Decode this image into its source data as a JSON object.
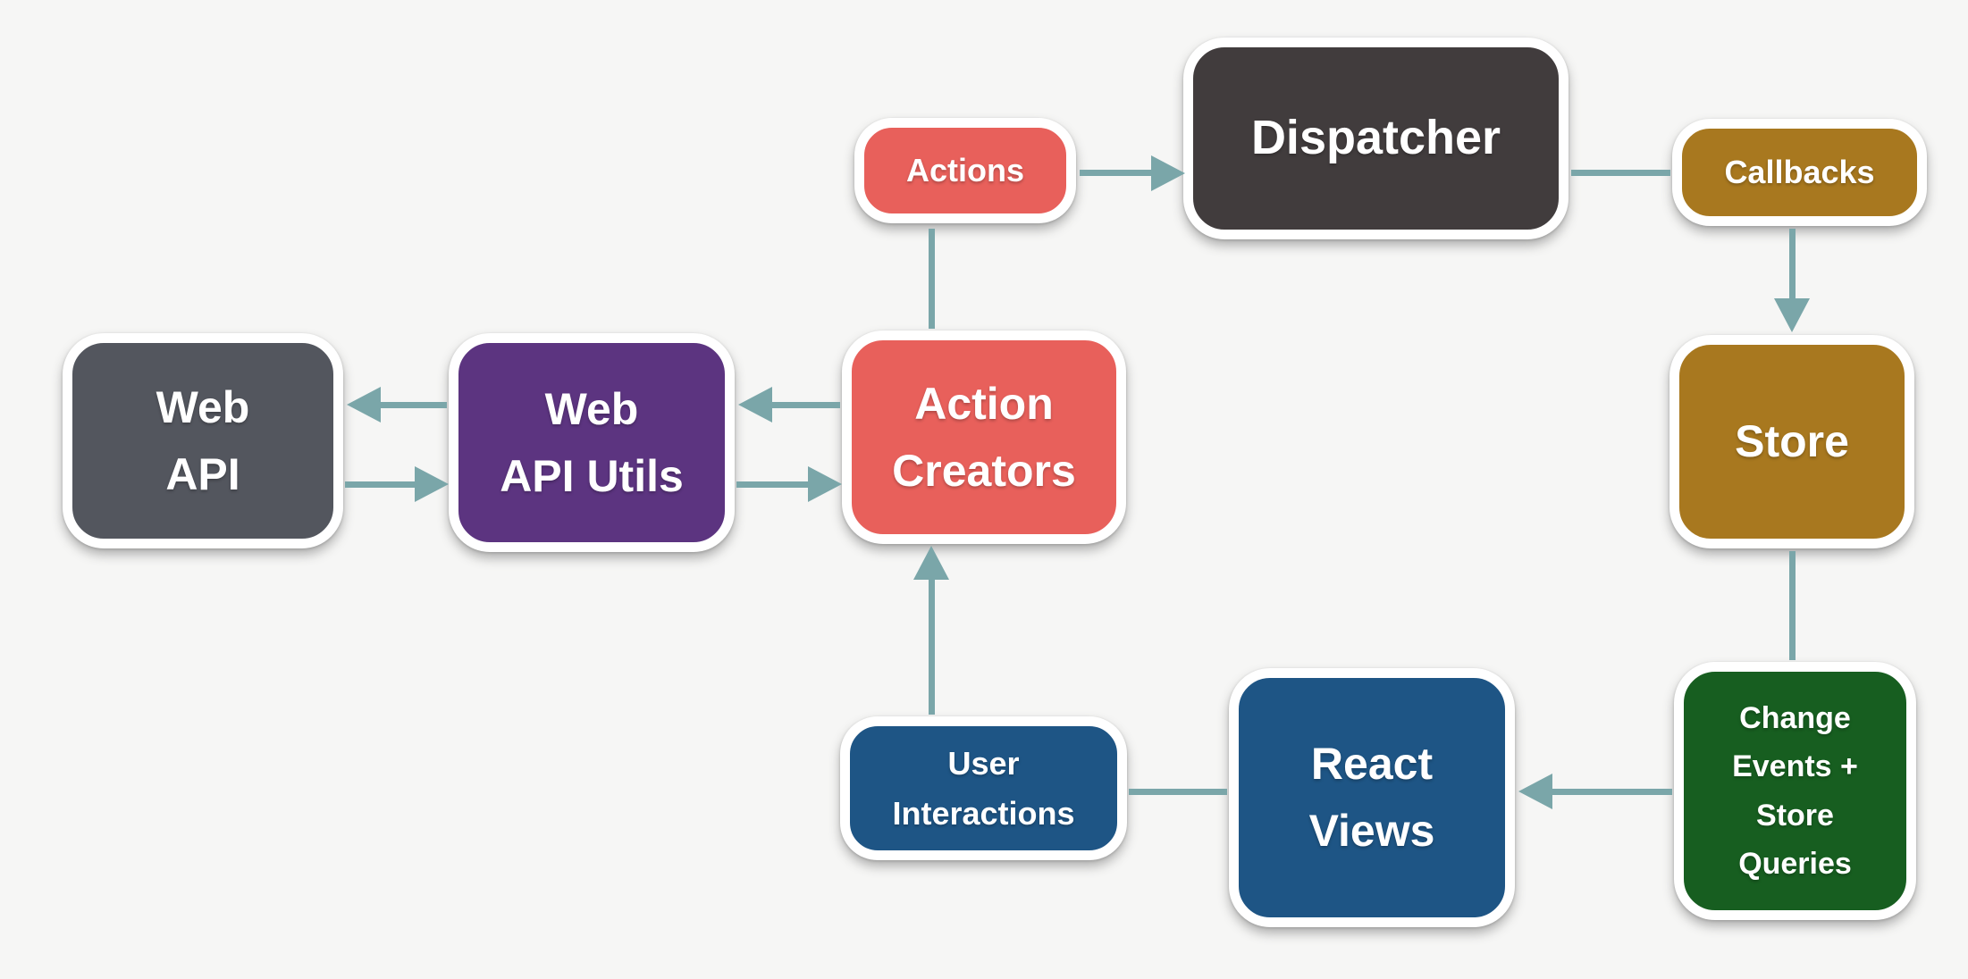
{
  "diagram": {
    "background": "#f6f6f5",
    "arrow_color": "#7aa6a9",
    "text_color": "#ffffff",
    "nodes": {
      "actions": {
        "label": "Actions",
        "color": "#e8605b",
        "shape": "pill"
      },
      "dispatcher": {
        "label": "Dispatcher",
        "color": "#413c3d",
        "shape": "box"
      },
      "callbacks": {
        "label": "Callbacks",
        "color": "#a8781f",
        "shape": "pill"
      },
      "store": {
        "label": "Store",
        "color": "#a8781f",
        "shape": "box"
      },
      "change_events": {
        "lines": [
          "Change",
          "Events +",
          "Store",
          "Queries"
        ],
        "color": "#175e20",
        "shape": "box"
      },
      "react_views": {
        "lines": [
          "React",
          "Views"
        ],
        "color": "#1e5585",
        "shape": "box"
      },
      "user_interactions": {
        "lines": [
          "User",
          "Interactions"
        ],
        "color": "#1e5585",
        "shape": "pill"
      },
      "action_creators": {
        "lines": [
          "Action",
          "Creators"
        ],
        "color": "#e8605b",
        "shape": "box"
      },
      "web_api_utils": {
        "lines": [
          "Web",
          "API Utils"
        ],
        "color": "#5c3480",
        "shape": "box"
      },
      "web_api": {
        "lines": [
          "Web",
          "API"
        ],
        "color": "#53565e",
        "shape": "box"
      }
    },
    "edges": [
      {
        "from": "actions",
        "to": "dispatcher",
        "arrowhead": true
      },
      {
        "from": "action_creators",
        "to": "actions",
        "arrowhead": false
      },
      {
        "from": "dispatcher",
        "to": "callbacks",
        "arrowhead": false
      },
      {
        "from": "callbacks",
        "to": "store",
        "arrowhead": true
      },
      {
        "from": "store",
        "to": "change_events",
        "arrowhead": false
      },
      {
        "from": "change_events",
        "to": "react_views",
        "arrowhead": true
      },
      {
        "from": "react_views",
        "to": "user_interactions",
        "arrowhead": false
      },
      {
        "from": "user_interactions",
        "to": "action_creators",
        "arrowhead": true
      },
      {
        "from": "action_creators",
        "to": "web_api_utils",
        "arrowhead": true
      },
      {
        "from": "web_api_utils",
        "to": "action_creators",
        "arrowhead": true
      },
      {
        "from": "web_api_utils",
        "to": "web_api",
        "arrowhead": true
      },
      {
        "from": "web_api",
        "to": "web_api_utils",
        "arrowhead": true
      }
    ]
  }
}
